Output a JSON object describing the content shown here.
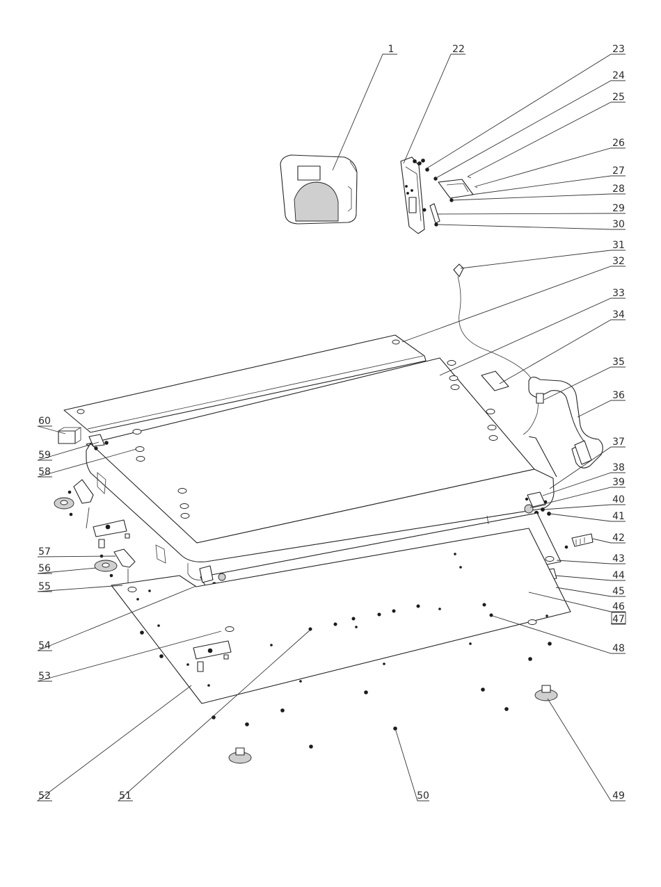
{
  "labels": {
    "l1": "1",
    "l22": "22",
    "l23": "23",
    "l24": "24",
    "l25": "25",
    "l26": "26",
    "l27": "27",
    "l28": "28",
    "l29": "29",
    "l30": "30",
    "l31": "31",
    "l32": "32",
    "l33": "33",
    "l34": "34",
    "l35": "35",
    "l36": "36",
    "l37": "37",
    "l38": "38",
    "l39": "39",
    "l40": "40",
    "l41": "41",
    "l42": "42",
    "l43": "43",
    "l44": "44",
    "l45": "45",
    "l46": "46",
    "l47": "47",
    "l48": "48",
    "l49": "49",
    "l50": "50",
    "l51": "51",
    "l52": "52",
    "l53": "53",
    "l54": "54",
    "l55": "55",
    "l56": "56",
    "l57": "57",
    "l58": "58",
    "l59": "59",
    "l60": "60"
  }
}
